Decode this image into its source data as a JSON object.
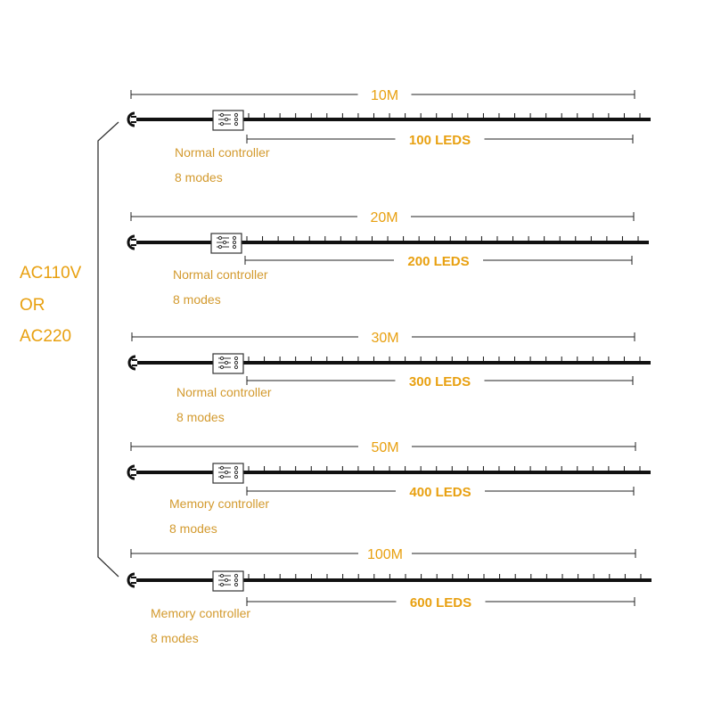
{
  "voltage": {
    "line1": "AC110V",
    "line2": "OR",
    "line3": "AC220"
  },
  "strings": [
    {
      "length": "10M",
      "leds": "100 LEDS",
      "controller": "Normal controller",
      "modes": "8 modes"
    },
    {
      "length": "20M",
      "leds": "200 LEDS",
      "controller": "Normal controller",
      "modes": "8 modes"
    },
    {
      "length": "30M",
      "leds": "300 LEDS",
      "controller": "Normal controller",
      "modes": "8 modes"
    },
    {
      "length": "50M",
      "leds": "400 LEDS",
      "controller": "Memory controller",
      "modes": "8 modes"
    },
    {
      "length": "100M",
      "leds": "600 LEDS",
      "controller": "Memory controller",
      "modes": "8 modes"
    }
  ],
  "colors": {
    "label": "#E8A010",
    "caption": "#D39A2E",
    "line": "#111111"
  },
  "icons": {
    "plug": "plug-icon",
    "controller": "controller-icon"
  }
}
